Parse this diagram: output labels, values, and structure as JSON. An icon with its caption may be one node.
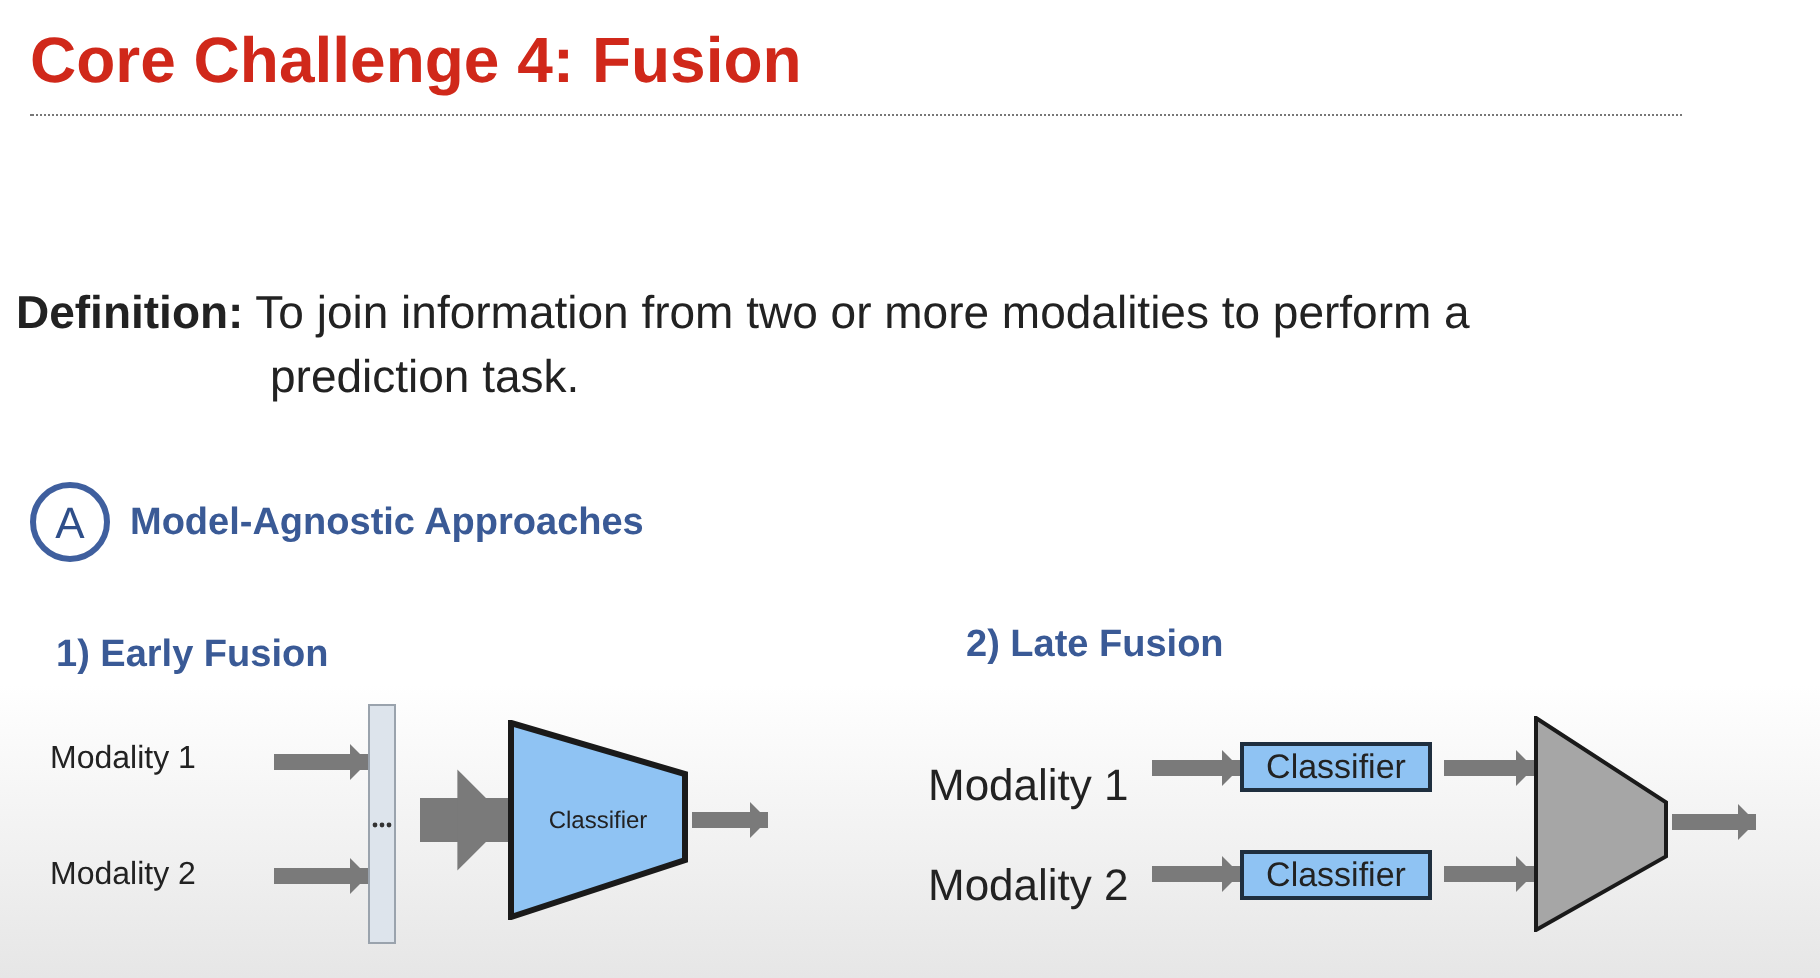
{
  "diagram": {
    "title": "Core Challenge 4: Fusion",
    "nodes": [
      {
        "text": [
          "A"
        ]
      },
      {
        "text": [
          "Modality 1"
        ]
      },
      {
        "text": [
          "Modality 2"
        ]
      },
      {
        "text": [],
        "shape": "bar"
      },
      {
        "text": [
          "Classifier"
        ]
      },
      {
        "text": [
          "Modality 1"
        ]
      },
      {
        "text": [
          "Modality 2"
        ]
      },
      {
        "text": [
          "Classifier"
        ]
      },
      {
        "text": [
          "Classifier"
        ]
      },
      {
        "text": [],
        "shape": "trapezoid"
      }
    ],
    "edges": [
      {
        "from": 1,
        "to": 3,
        "arrow": "to"
      },
      {
        "from": 2,
        "to": 3,
        "arrow": "to"
      },
      {
        "from": 3,
        "to": 4,
        "arrow": "to",
        "style": "thick"
      },
      {
        "from": 4,
        "to": null,
        "arrow": "to"
      },
      {
        "from": 5,
        "to": 7,
        "arrow": "to"
      },
      {
        "from": 6,
        "to": 8,
        "arrow": "to"
      },
      {
        "from": 7,
        "to": 9,
        "arrow": "to"
      },
      {
        "from": 8,
        "to": 9,
        "arrow": "to"
      },
      {
        "from": 9,
        "to": null,
        "arrow": "to"
      }
    ],
    "labels": [
      "**Definition:** To join information from two or more modalities to perform a prediction task.",
      "Model-Agnostic Approaches",
      "1) Early Fusion",
      "2) Late Fusion"
    ]
  }
}
